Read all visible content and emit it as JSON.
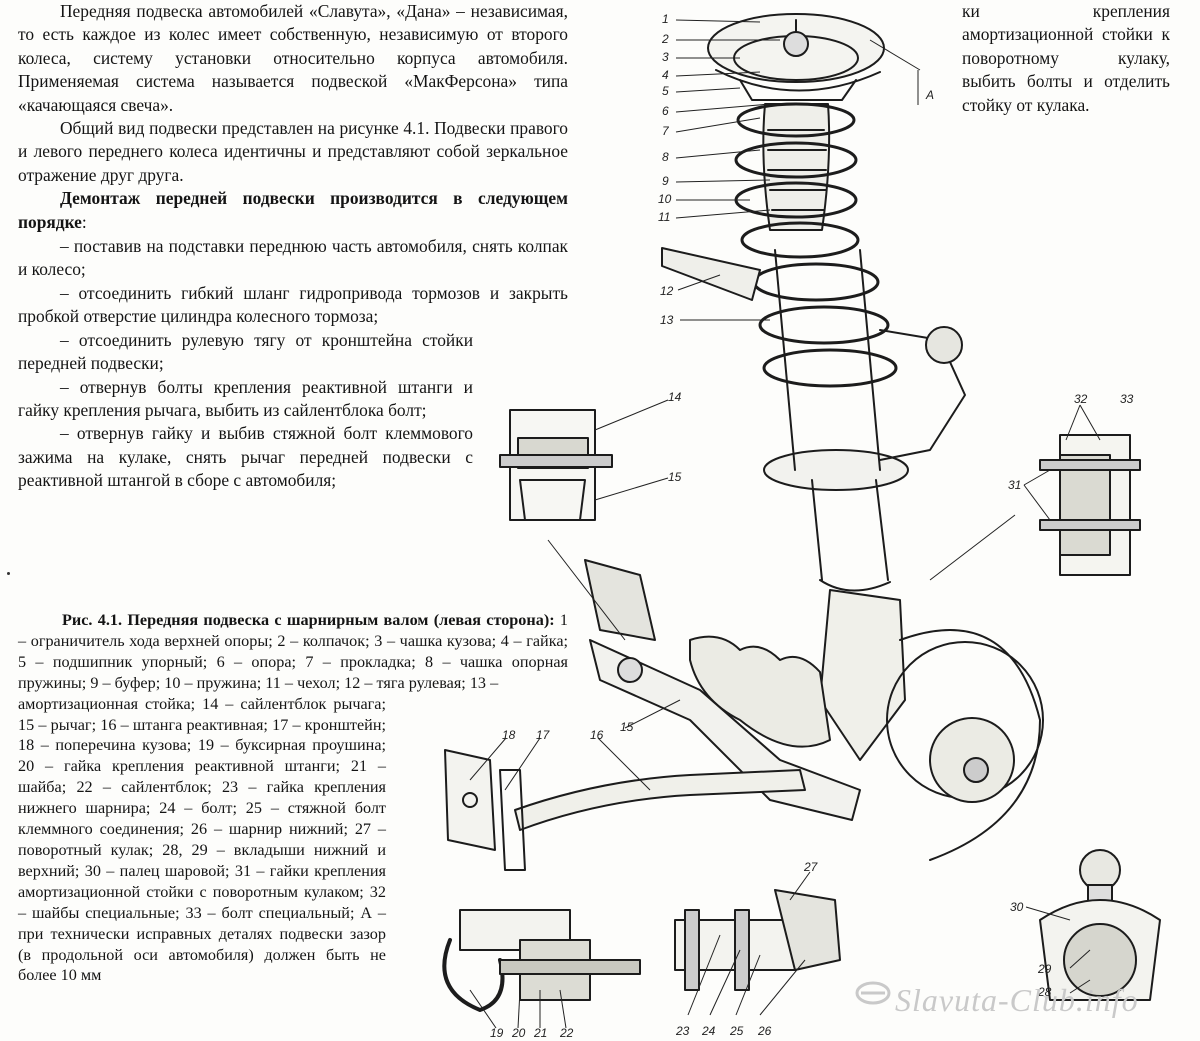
{
  "intro": {
    "p1": "Передняя подвеска автомобилей «Славута», «Дана» – независимая, то есть каждое из колес имеет собственную, независимую от второго колеса, систему установки относительно корпуса автомобиля. Применяемая система называется подвеской «МакФерсона» типа «качающаяся свеча».",
    "p2": "Общий вид подвески представлен на рисунке 4.1. Подвески правого и левого переднего колеса идентичны и представляют собой зеркальное отражение друг друга.",
    "p3_bold": "Демонтаж передней подвески производится в следующем порядке",
    "p3_tail": ":",
    "steps": [
      "– поставив на подставки переднюю часть автомобиля, снять колпак и колесо;",
      "– отсоединить гибкий шланг гидропривода тормозов и закрыть пробкой отверстие цилиндра колесного тормоза;",
      "– отсоединить рулевую тягу от кронштейна стойки передней подвески;",
      "– отвернув болты крепления реактивной штанги и гайку крепления рычага, выбить из сайлентблока болт;",
      "– отвернув гайку и выбив стяжной болт клеммового зажима на кулаке, снять рычаг передней подвески с реактивной штангой в сборе с автомобиля;"
    ]
  },
  "continuation": "ки крепления амортизационной стойки к поворотному кулаку, выбить болты и отделить стойку от кулака.",
  "caption": {
    "title": "Рис. 4.1. Передняя подвеска с шарнирным валом (левая сторона):",
    "body_wide": "1 – ограничитель хода верхней опоры; 2 – колпачок; 3 – чашка кузова; 4 – гайка; 5 – подшипник упорный; 6 – опора; 7 – прокладка; 8 – чашка опорная пружины; 9 – буфер; 10 – пружина; 11 – чехол; 12 – тяга рулевая; 13 –",
    "body_narrow": "амортизационная стойка; 14 – сайлентблок рычага; 15 – рычаг; 16 – штанга реактивная; 17 – кронштейн; 18 – поперечина кузова; 19 – буксирная проушина; 20 – гайка крепления реактивной штанги; 21 – шайба; 22 – сайлентблок; 23 – гайка крепления нижнего шарнира; 24 – болт; 25 – стяжной болт клеммного соединения; 26 – шарнир нижний; 27 – поворотный кулак; 28, 29 – вкладыши нижний и верхний; 30 – палец шаровой; 31 – гайки крепления амортизационной стойки с поворотным кулаком; 32 – шайбы специальные; 33 – болт специальный; А – при технически исправных деталях подвески зазор (в продольной оси автомобиля) должен быть не более 10 мм"
  },
  "figure": {
    "callouts": [
      "1",
      "2",
      "3",
      "4",
      "5",
      "6",
      "7",
      "8",
      "9",
      "10",
      "11",
      "12",
      "13",
      "14",
      "15",
      "16",
      "17",
      "18",
      "19",
      "20",
      "21",
      "22",
      "23",
      "24",
      "25",
      "26",
      "27",
      "28",
      "29",
      "30",
      "31",
      "32",
      "33",
      "15",
      "A"
    ]
  },
  "watermark": "Slavuta-Club.info"
}
